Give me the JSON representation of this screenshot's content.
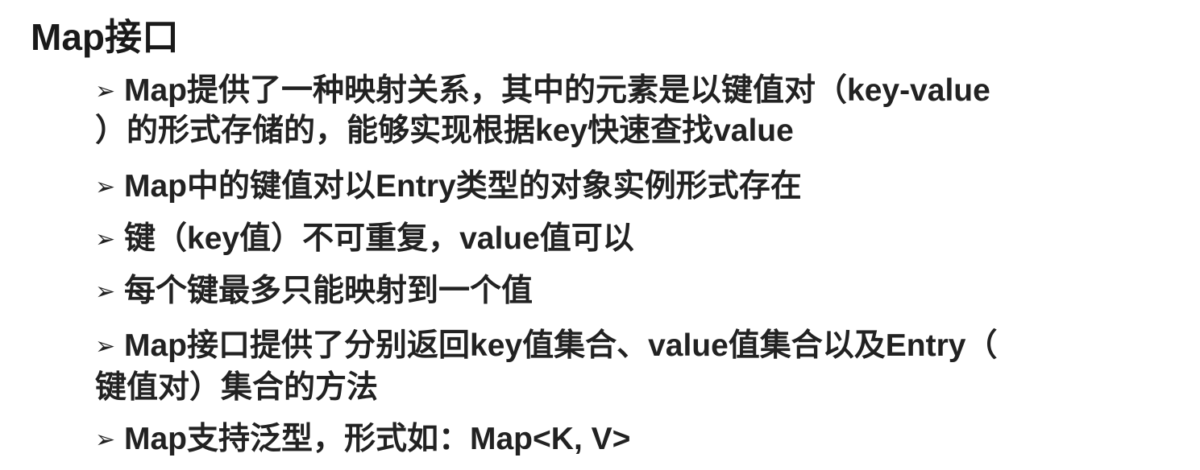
{
  "title": "Map接口",
  "bullet_icon": "arrowhead-bullet",
  "items": [
    {
      "lines": [
        "Map提供了一种映射关系，其中的元素是以键值对（key-value",
        "）的形式存储的，能够实现根据key快速查找value"
      ]
    },
    {
      "lines": [
        "Map中的键值对以Entry类型的对象实例形式存在"
      ]
    },
    {
      "lines": [
        "键（key值）不可重复，value值可以"
      ]
    },
    {
      "lines": [
        "每个键最多只能映射到一个值"
      ]
    },
    {
      "lines": [
        "Map接口提供了分别返回key值集合、value值集合以及Entry（",
        "键值对）集合的方法"
      ]
    },
    {
      "lines": [
        "Map支持泛型，形式如：Map<K, V>"
      ]
    }
  ]
}
